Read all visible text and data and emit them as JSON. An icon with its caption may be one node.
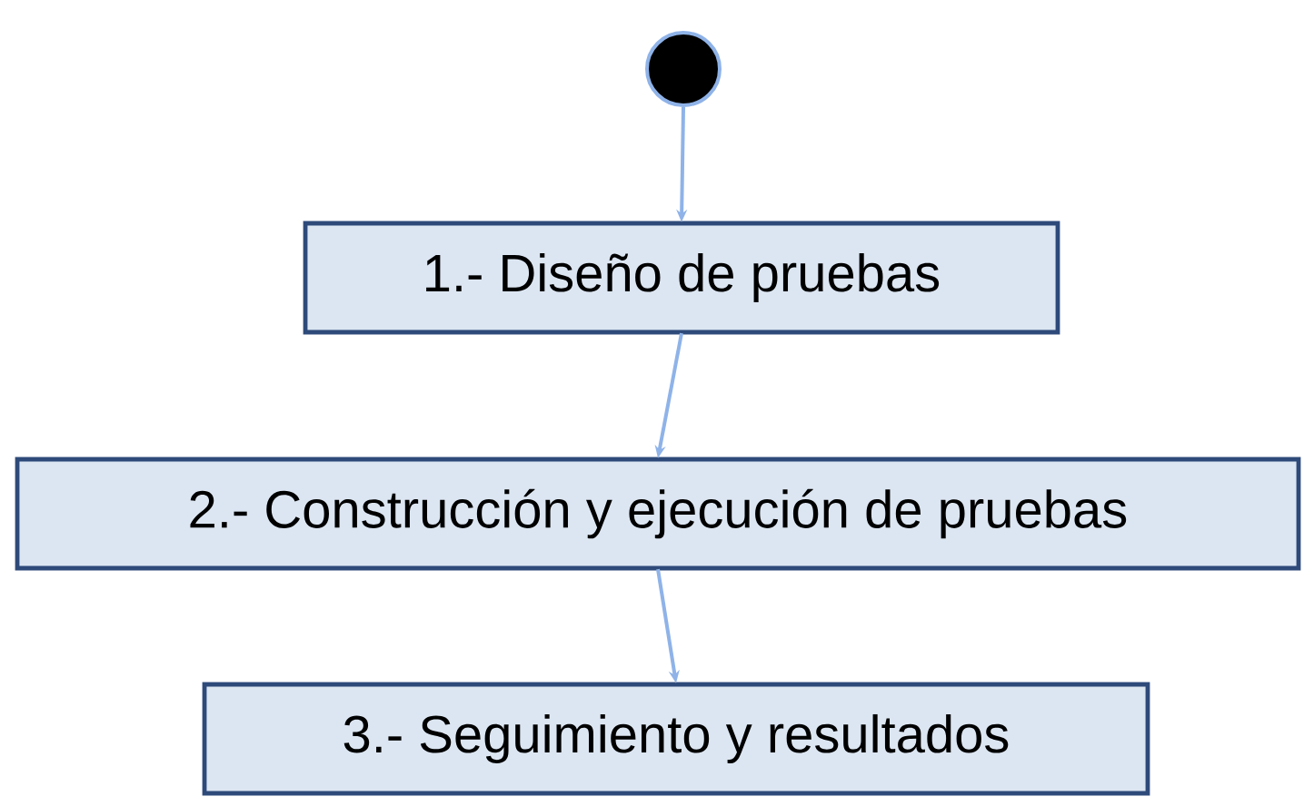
{
  "diagram": {
    "nodes": [
      {
        "text": [],
        "shape": "circle"
      },
      {
        "text": [
          "1.- Diseño de pruebas"
        ]
      },
      {
        "text": [
          "2.- Construcción y ejecución de pruebas"
        ]
      },
      {
        "text": [
          "3.- Seguimiento y resultados"
        ]
      }
    ],
    "edges": [
      {
        "from": 0,
        "to": 1,
        "arrow": "to"
      },
      {
        "from": 1,
        "to": 2,
        "arrow": "to"
      },
      {
        "from": 2,
        "to": 3,
        "arrow": "to"
      }
    ]
  }
}
